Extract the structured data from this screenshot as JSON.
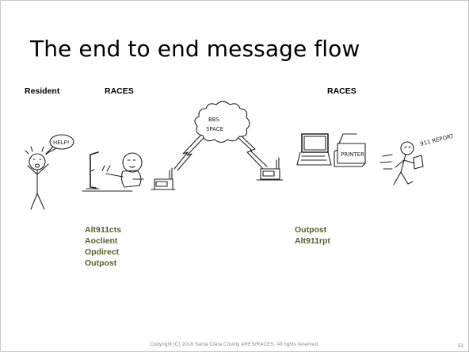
{
  "slide": {
    "title": "The end to end message flow",
    "labels": {
      "resident": "Resident",
      "races_left": "RACES",
      "races_right": "RACES"
    },
    "left_software": [
      "Alt911cts",
      "Aoclient",
      "Opdirect",
      "Outpost"
    ],
    "right_software": [
      "Outpost",
      "Alt911rpt"
    ],
    "sketch_text": {
      "help": "HELP!",
      "cloud": [
        "BBS",
        "SPACE"
      ],
      "printer": "PRINTER",
      "report": "911 REPORT"
    },
    "footer": "Copyright (C) 2018 Santa Clara County ARES/RACES. All rights reserved.",
    "page_number": "53"
  }
}
